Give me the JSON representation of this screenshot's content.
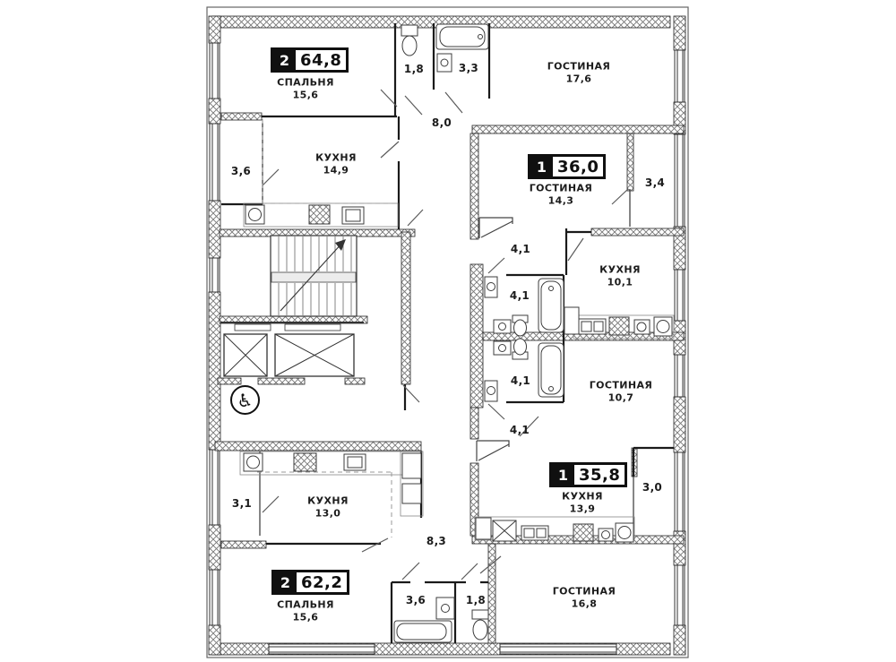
{
  "floor_plan": {
    "type": "residential-floor-plan",
    "language": "ru",
    "badges": [
      {
        "rooms": "2",
        "area": "64,8"
      },
      {
        "rooms": "1",
        "area": "36,0"
      },
      {
        "rooms": "1",
        "area": "35,8"
      },
      {
        "rooms": "2",
        "area": "62,2"
      }
    ],
    "room_labels": [
      {
        "name": "СПАЛЬНЯ",
        "area": "15,6"
      },
      {
        "name": "ГОСТИНАЯ",
        "area": "17,6"
      },
      {
        "name": "КУХНЯ",
        "area": "14,9"
      },
      {
        "name": "ГОСТИНАЯ",
        "area": "14,3"
      },
      {
        "name": "КУХНЯ",
        "area": "10,1"
      },
      {
        "name": "ГОСТИНАЯ",
        "area": "10,7"
      },
      {
        "name": "КУХНЯ",
        "area": "13,9"
      },
      {
        "name": "ГОСТИНАЯ",
        "area": "16,8"
      },
      {
        "name": "КУХНЯ",
        "area": "13,0"
      },
      {
        "name": "СПАЛЬНЯ",
        "area": "15,6"
      }
    ],
    "area_labels": [
      "1,8",
      "3,3",
      "8,0",
      "3,6",
      "3,4",
      "4,1",
      "4,1",
      "4,1",
      "4,1",
      "3,0",
      "8,3",
      "3,1",
      "3,6",
      "1,8"
    ],
    "icons": {
      "accessible": "♿"
    },
    "colors": {
      "wall": "#1a1a1a",
      "hatch": "#777777",
      "fixture": "#3c3c3c",
      "badge_bg": "#101010",
      "badge_text": "#ffffff"
    }
  }
}
